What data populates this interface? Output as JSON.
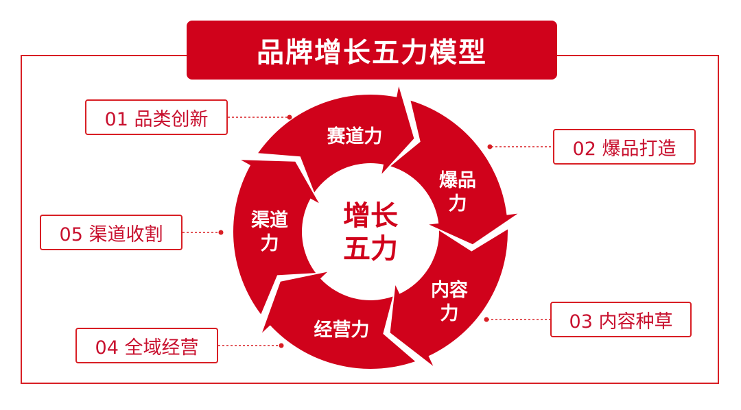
{
  "title": "品牌增长五力模型",
  "center": {
    "line1": "增长",
    "line2": "五力"
  },
  "segments": [
    {
      "line1": "赛道力",
      "line2": ""
    },
    {
      "line1": "爆品",
      "line2": "力"
    },
    {
      "line1": "内容",
      "line2": "力"
    },
    {
      "line1": "经营力",
      "line2": ""
    },
    {
      "line1": "渠道",
      "line2": "力"
    }
  ],
  "labels": [
    "01 品类创新",
    "02 爆品打造",
    "03 内容种草",
    "04 全域经营",
    "05 渠道收割"
  ],
  "colors": {
    "primary": "#d0021b",
    "border": "#d81e24",
    "text": "#c8102e"
  }
}
